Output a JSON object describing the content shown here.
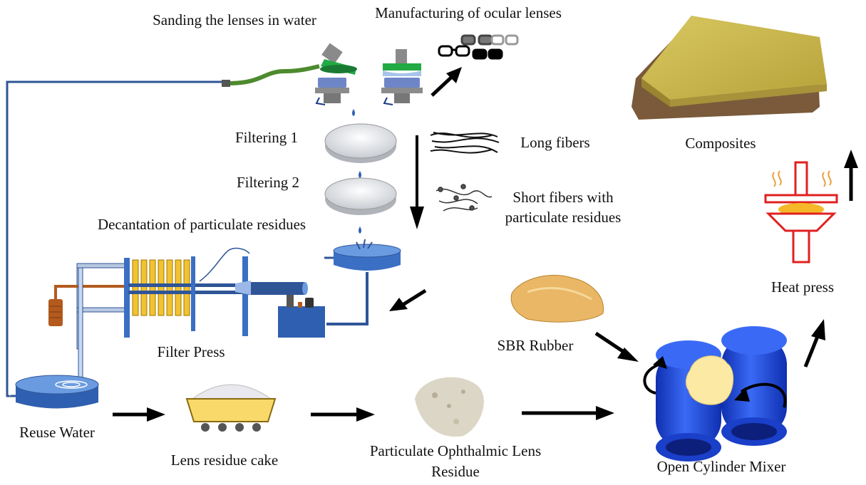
{
  "labels": {
    "sanding": "Sanding the lenses in water",
    "manufacturing": "Manufacturing of ocular lenses",
    "filtering1": "Filtering 1",
    "filtering2": "Filtering 2",
    "long_fibers": "Long fibers",
    "short_fibers_line1": "Short fibers with",
    "short_fibers_line2": "particulate residues",
    "decantation": "Decantation of particulate residues",
    "filter_press": "Filter Press",
    "reuse_water": "Reuse Water",
    "lens_residue_cake": "Lens residue cake",
    "particulate_line1": "Particulate Ophthalmic Lens",
    "particulate_line2": "Residue",
    "sbr_rubber": "SBR Rubber",
    "open_cylinder_mixer": "Open Cylinder Mixer",
    "composites": "Composites",
    "heat_press": "Heat press"
  },
  "colors": {
    "pipe_blue": "#2f5597",
    "hose_green": "#4e8a2e",
    "filter_press_yellow": "#f2c230",
    "tank_blue": "#3a6fc4",
    "mixer_blue": "#1f4fe0",
    "heat_press_red": "#e02020",
    "composite_yellow": "#c9b64a",
    "composite_brown": "#7a5a3a",
    "arrow": "#000000"
  },
  "icons": [
    "sanding-machine-icon",
    "glasses-icon",
    "filter-disc-icon",
    "water-drop-icon",
    "fiber-icon",
    "tank-icon",
    "filter-press-icon",
    "pump-icon",
    "cart-icon",
    "powder-icon",
    "rubber-icon",
    "mixer-icon",
    "heat-press-icon",
    "composite-icon",
    "arrow-icon"
  ]
}
